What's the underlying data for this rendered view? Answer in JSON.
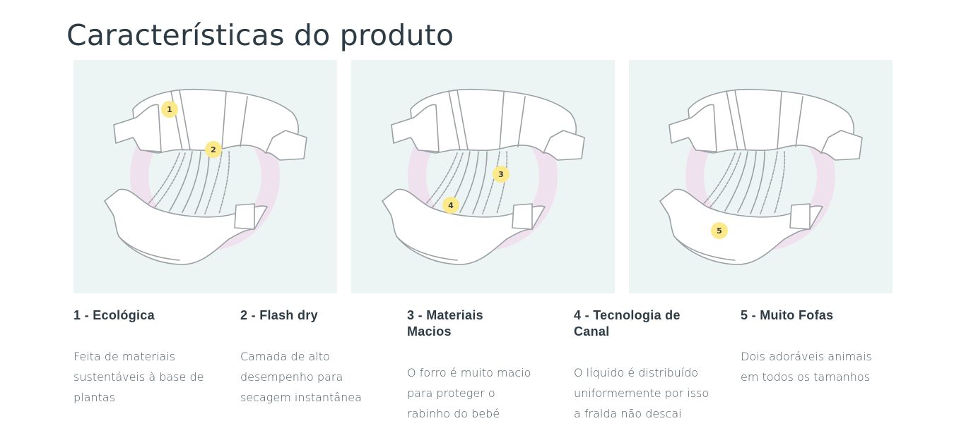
{
  "page": {
    "title": "Características do produto"
  },
  "colors": {
    "panel_bg": "#ecf4f4",
    "blush": "#f0e1ef",
    "badge": "#fbe98a",
    "outline": "#9aa0a3",
    "heading": "#2d3b45"
  },
  "panels": [
    {
      "badges": [
        "1",
        "2"
      ]
    },
    {
      "badges": [
        "3",
        "4"
      ]
    },
    {
      "badges": [
        "5"
      ]
    }
  ],
  "features": [
    {
      "title": "1 - Ecológica",
      "desc": "Feita de materiais sustentáveis à base de plantas"
    },
    {
      "title": "2 - Flash dry",
      "desc": "Camada de alto desempenho para secagem instantânea"
    },
    {
      "title": "3 - Materiais Macios",
      "desc": "O forro é muito macio para proteger o rabinho do bebé"
    },
    {
      "title": "4 - Tecnologia de Canal",
      "desc": "O líquido é distribuído uniformemente por isso a fralda não descai"
    },
    {
      "title": "5 - Muito Fofas",
      "desc": "Dois adoráveis animais em todos os tamanhos"
    }
  ]
}
